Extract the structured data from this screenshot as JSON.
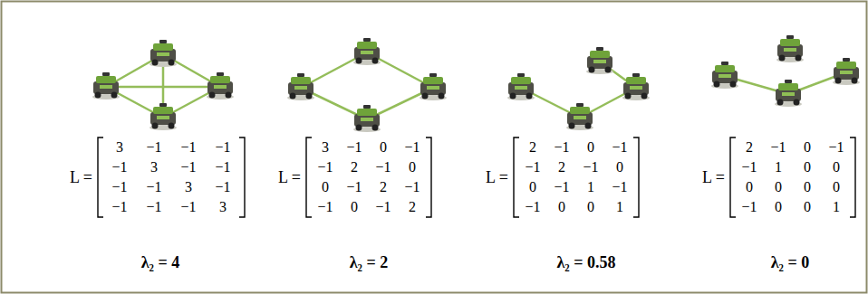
{
  "diagram": {
    "labels": [
      "L =",
      "3",
      "−1",
      "−1",
      "−1",
      "−1",
      "3",
      "−1",
      "−1",
      "−1",
      "−1",
      "3",
      "−1",
      "−1",
      "−1",
      "−1",
      "3",
      "λ₂ = 4",
      "L =",
      "3",
      "−1",
      "0",
      "−1",
      "−1",
      "2",
      "−1",
      "0",
      "0",
      "−1",
      "2",
      "−1",
      "−1",
      "0",
      "−1",
      "2",
      "λ₂ = 2",
      "L =",
      "2",
      "−1",
      "0",
      "−1",
      "−1",
      "2",
      "−1",
      "0",
      "0",
      "−1",
      "1",
      "−1",
      "−1",
      "0",
      "0",
      "1",
      "λ₂ = 0.58",
      "L =",
      "2",
      "−1",
      "0",
      "−1",
      "−1",
      "1",
      "0",
      "0",
      "0",
      "0",
      "0",
      "0",
      "−1",
      "0",
      "0",
      "1",
      "λ₂ = 0"
    ]
  }
}
